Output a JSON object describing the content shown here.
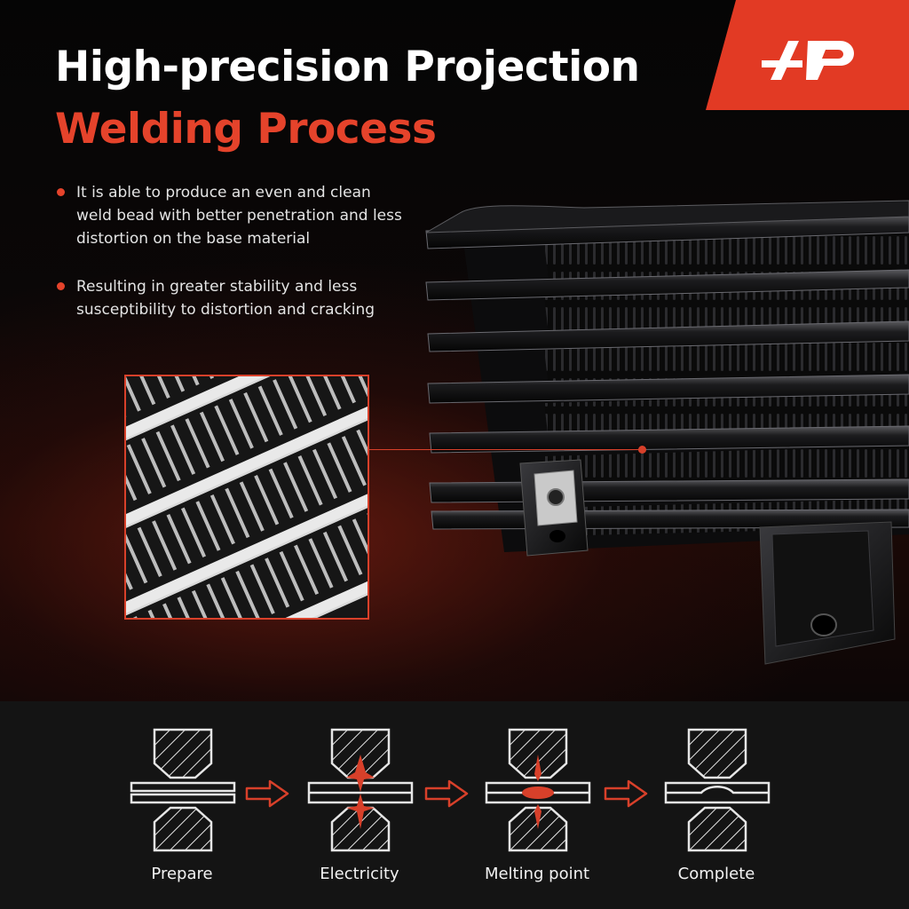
{
  "header": {
    "title_line1": "High-precision Projection",
    "title_line2": "Welding Process"
  },
  "bullets": [
    "It is able to produce an even and clean weld bead with better penetration and less distortion on the base material",
    "Resulting in greater stability and less susceptibility to distortion and cracking"
  ],
  "process": {
    "steps": [
      {
        "label": "Prepare"
      },
      {
        "label": "Electricity"
      },
      {
        "label": "Melting point"
      },
      {
        "label": "Complete"
      }
    ]
  },
  "colors": {
    "accent": "#e5432b",
    "background": "#0b0b0c",
    "bottom_band": "#141414",
    "text": "#ffffff"
  },
  "icons": {
    "logo": "a-premium-logo-icon",
    "arrow": "arrow-right-icon",
    "weld_spark": "spark-icon",
    "weld_nugget": "weld-nugget-icon"
  }
}
